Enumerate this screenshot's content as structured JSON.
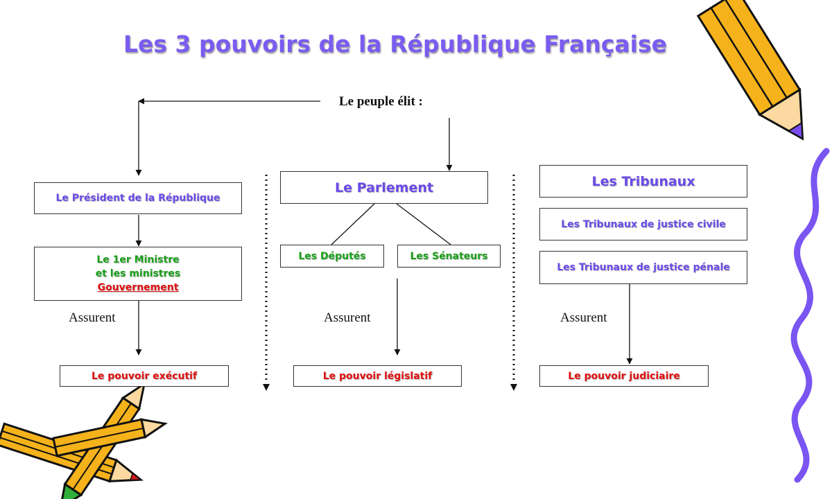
{
  "title": "Les 3 pouvoirs de la République Française",
  "people": "Le peuple élit :",
  "executive": {
    "president": "Le Président de la République",
    "minister_line1": "Le 1er Ministre",
    "minister_line2": "et les ministres",
    "government": "Gouvernement",
    "assurent": "Assurent",
    "power": "Le pouvoir exécutif"
  },
  "legislative": {
    "parliament": "Le Parlement",
    "deputies": "Les Députés",
    "senators": "Les Sénateurs",
    "assurent": "Assurent",
    "power": "Le pouvoir législatif"
  },
  "judicial": {
    "courts": "Les Tribunaux",
    "civil": "Les Tribunaux de justice civile",
    "penal": "Les Tribunaux de justice pénale",
    "assurent": "Assurent",
    "power": "Le pouvoir judiciaire"
  },
  "colors": {
    "title": "#7a5cf0",
    "purple_text": "#6a4be8",
    "green_text": "#1aa01a",
    "red_text": "#e01010",
    "pencil_yellow": "#f5b21b",
    "pencil_purple": "#7a4cf0",
    "squiggle": "#7a55f2"
  },
  "icons": [
    "pencil-icon",
    "squiggle-line"
  ]
}
